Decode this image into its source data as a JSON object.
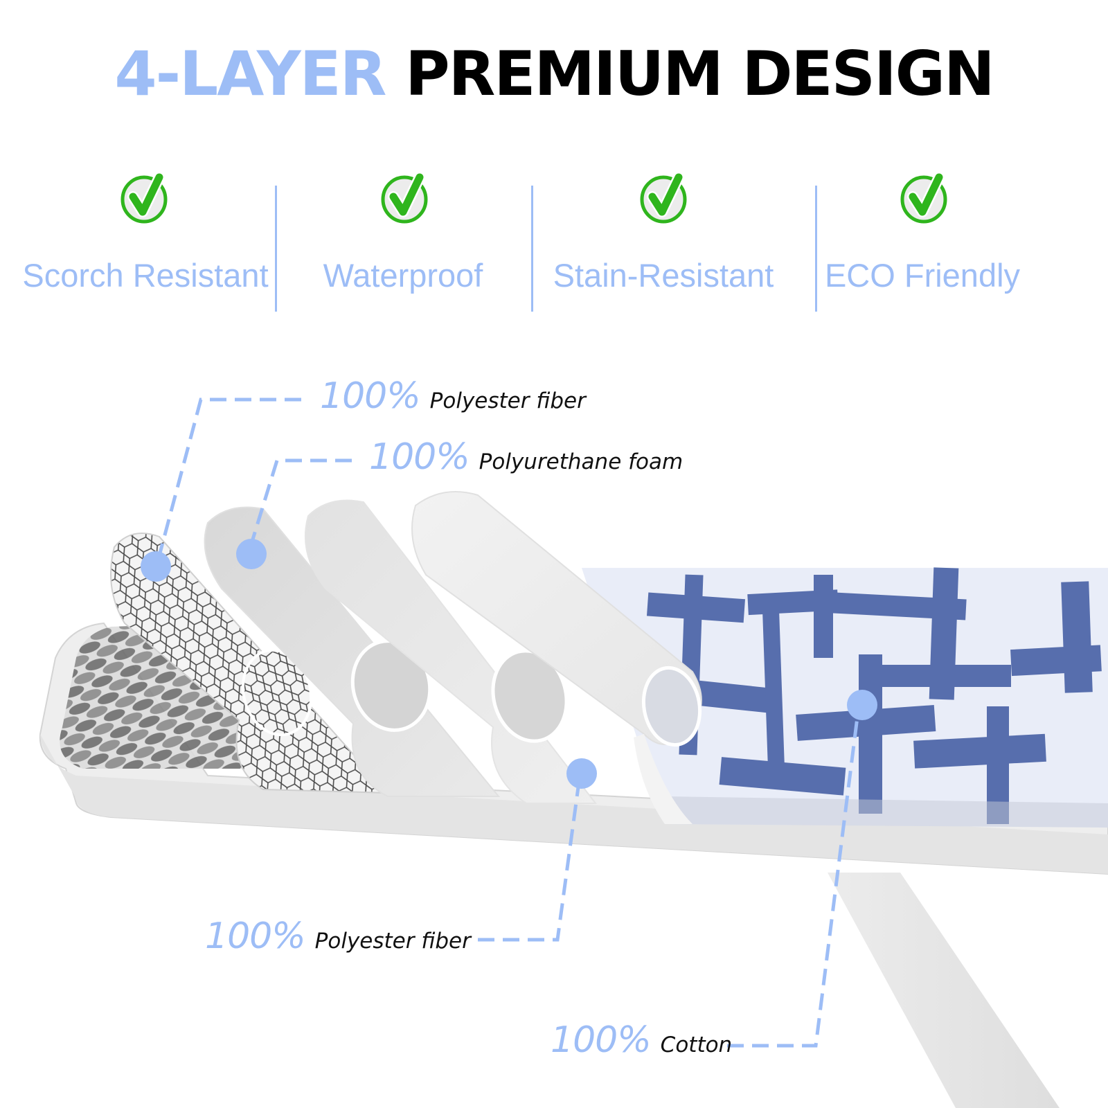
{
  "title": {
    "accent": "4-LAYER",
    "main": "PREMIUM DESIGN"
  },
  "features": [
    {
      "icon": "check-circle-icon",
      "label": "Scorch Resistant"
    },
    {
      "icon": "check-circle-icon",
      "label": "Waterproof"
    },
    {
      "icon": "check-circle-icon",
      "label": "Stain-Resistant"
    },
    {
      "icon": "check-circle-icon",
      "label": "ECO Friendly"
    }
  ],
  "layers": [
    {
      "percent": "100%",
      "material": "Polyester fiber"
    },
    {
      "percent": "100%",
      "material": "Polyurethane foam"
    },
    {
      "percent": "100%",
      "material": "Polyester fiber"
    },
    {
      "percent": "100%",
      "material": "Cotton"
    }
  ],
  "colors": {
    "accent_blue": "#9dbdf6",
    "check_green": "#2fb51d",
    "title_black": "#000000",
    "print_navy": "#3f5a9c"
  }
}
